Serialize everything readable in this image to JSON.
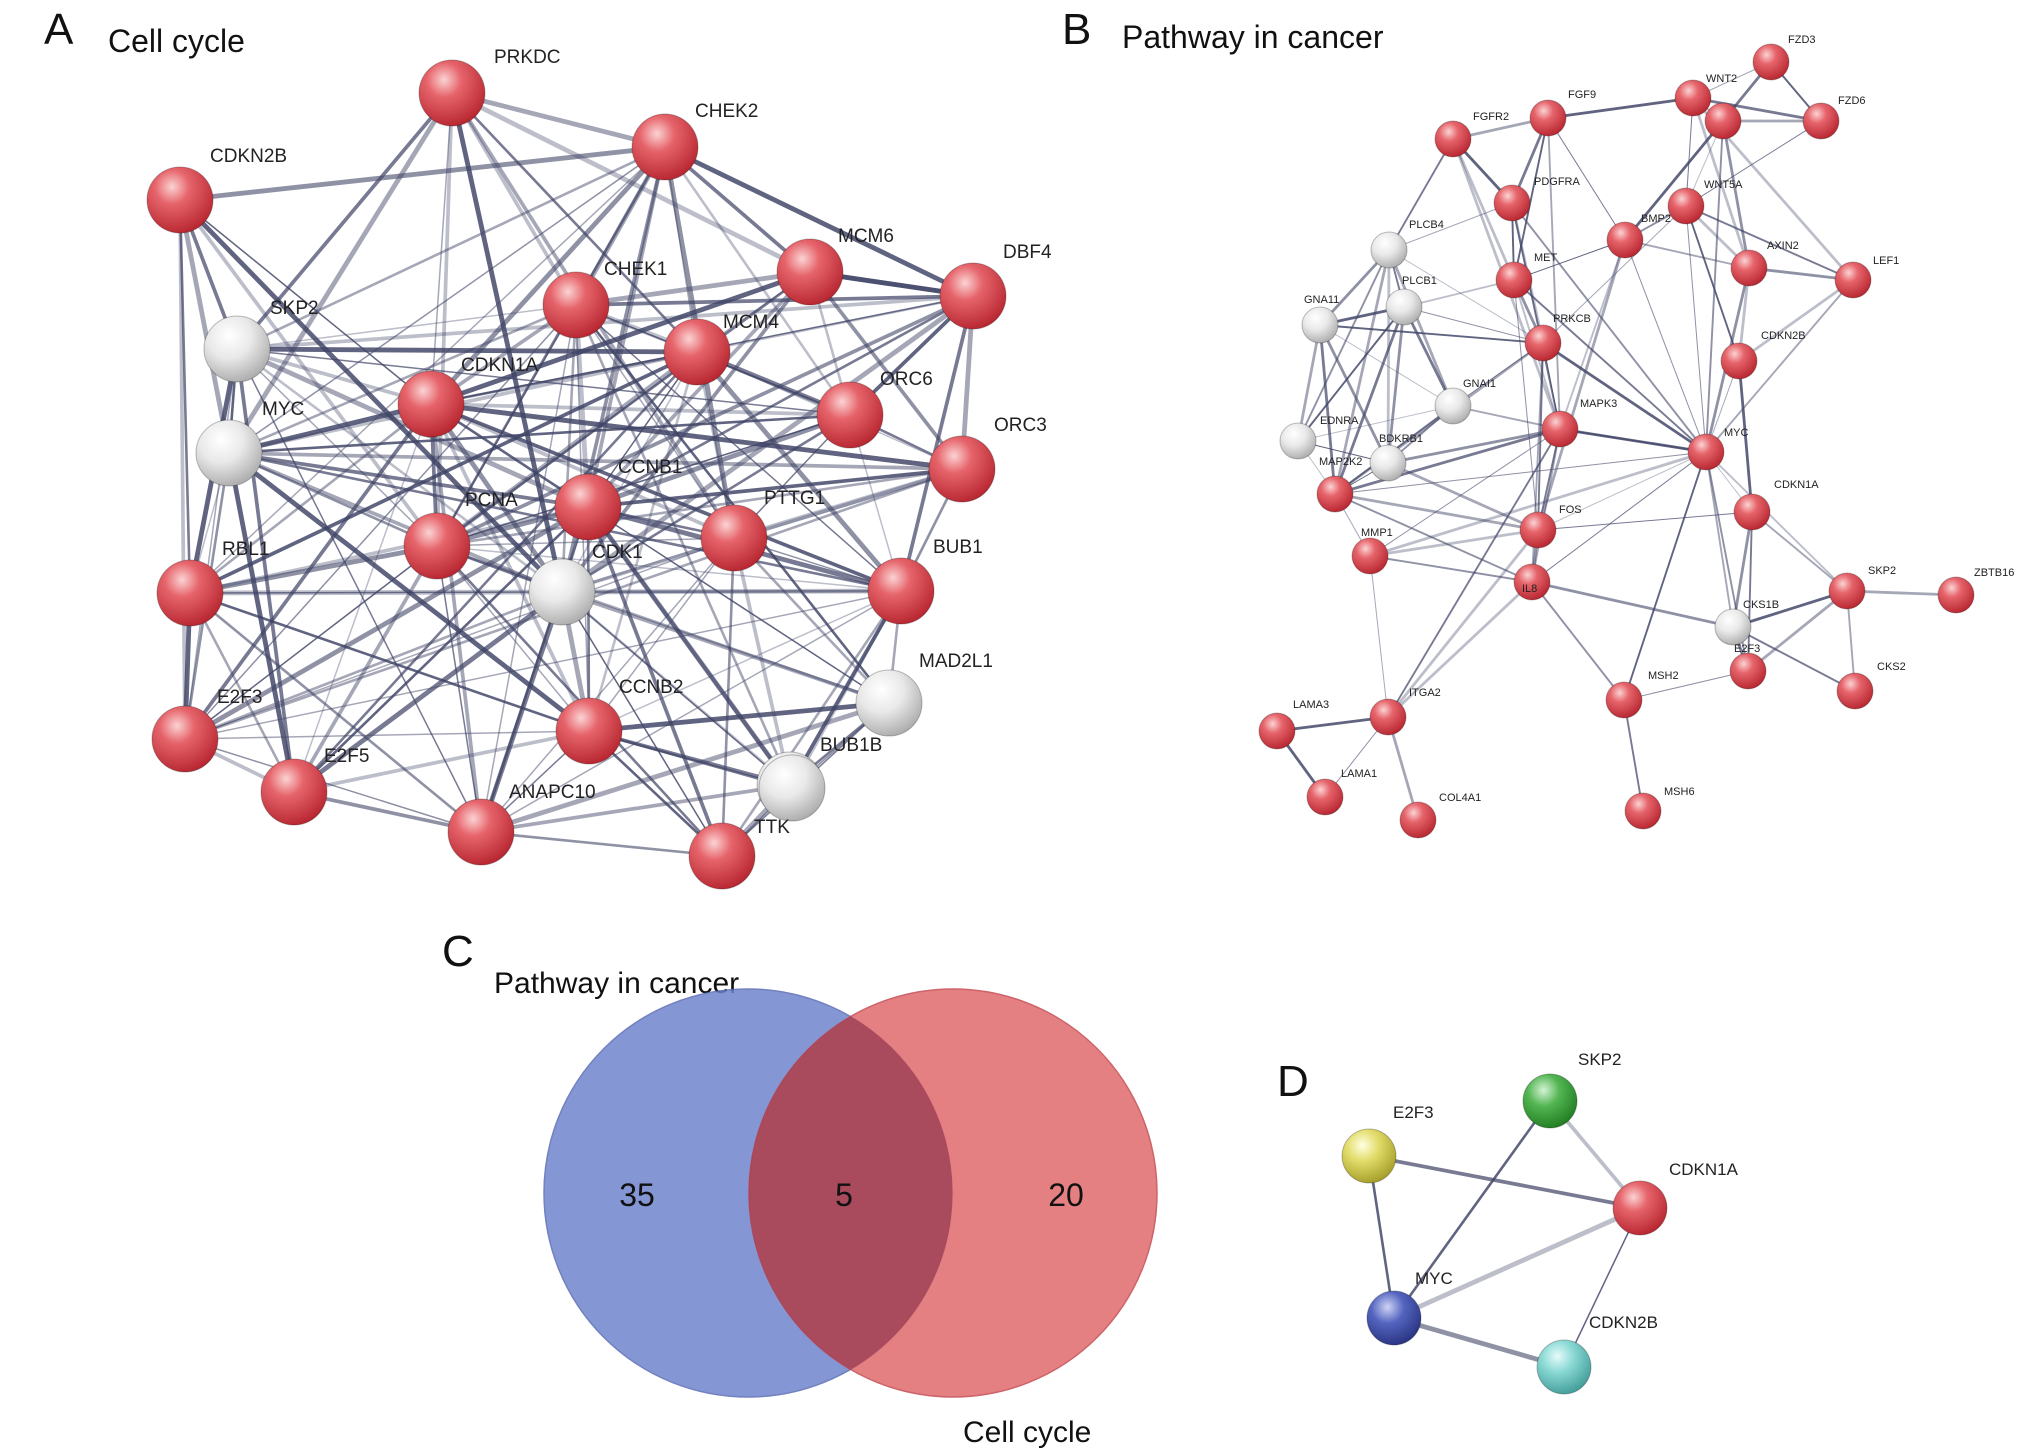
{
  "colors": {
    "node_red": "#d9414a",
    "node_white": "#e6e6e6",
    "edge": "#404466",
    "venn_left": "#6f84cc",
    "venn_right": "#e06a6d",
    "venn_overlap": "#a8485c"
  },
  "panel_a": {
    "letter": "A",
    "title": "Cell cycle",
    "nodes": [
      {
        "id": "PRKDC",
        "label": "PRKDC",
        "color": "red"
      },
      {
        "id": "CHEK2",
        "label": "CHEK2",
        "color": "red"
      },
      {
        "id": "CDKN2B",
        "label": "CDKN2B",
        "color": "red"
      },
      {
        "id": "MCM6",
        "label": "MCM6",
        "color": "red"
      },
      {
        "id": "DBF4",
        "label": "DBF4",
        "color": "red"
      },
      {
        "id": "CHEK1",
        "label": "CHEK1",
        "color": "red"
      },
      {
        "id": "SKP2",
        "label": "SKP2",
        "color": "white"
      },
      {
        "id": "MCM4",
        "label": "MCM4",
        "color": "red"
      },
      {
        "id": "CDKN1A",
        "label": "CDKN1A",
        "color": "red"
      },
      {
        "id": "ORC6",
        "label": "ORC6",
        "color": "red"
      },
      {
        "id": "MYC",
        "label": "MYC",
        "color": "white"
      },
      {
        "id": "ORC3",
        "label": "ORC3",
        "color": "red"
      },
      {
        "id": "CCNB1",
        "label": "CCNB1",
        "color": "red"
      },
      {
        "id": "PTTG1",
        "label": "PTTG1",
        "color": "red"
      },
      {
        "id": "PCNA",
        "label": "PCNA",
        "color": "red"
      },
      {
        "id": "RBL1",
        "label": "RBL1",
        "color": "red"
      },
      {
        "id": "CDK1",
        "label": "CDK1",
        "color": "white"
      },
      {
        "id": "BUB1",
        "label": "BUB1",
        "color": "red"
      },
      {
        "id": "MAD2L1",
        "label": "MAD2L1",
        "color": "white"
      },
      {
        "id": "E2F3",
        "label": "E2F3",
        "color": "red"
      },
      {
        "id": "CCNB2",
        "label": "CCNB2",
        "color": "red"
      },
      {
        "id": "BUB1B",
        "label": "BUB1B",
        "color": "white"
      },
      {
        "id": "E2F5",
        "label": "E2F5",
        "color": "red"
      },
      {
        "id": "ANAPC10",
        "label": "ANAPC10",
        "color": "red"
      },
      {
        "id": "TTK",
        "label": "TTK",
        "color": "white"
      },
      {
        "id": "UNL",
        "label": "",
        "color": "red"
      }
    ]
  },
  "panel_b": {
    "letter": "B",
    "title": "Pathway in cancer",
    "nodes": [
      {
        "id": "FZD3",
        "label": "FZD3",
        "color": "red"
      },
      {
        "id": "WNT2",
        "label": "WNT2",
        "color": "red"
      },
      {
        "id": "FZD6",
        "label": "FZD6",
        "color": "red"
      },
      {
        "id": "FGFR2",
        "label": "FGFR2",
        "color": "red"
      },
      {
        "id": "FGF9",
        "label": "FGF9",
        "color": "red"
      },
      {
        "id": "PDGFRA",
        "label": "PDGFRA",
        "color": "red"
      },
      {
        "id": "WNT5A",
        "label": "WNT5A",
        "color": "red"
      },
      {
        "id": "BMP2",
        "label": "BMP2",
        "color": "red"
      },
      {
        "id": "PLCB4",
        "label": "PLCB4",
        "color": "white"
      },
      {
        "id": "AXIN2",
        "label": "AXIN2",
        "color": "red"
      },
      {
        "id": "LEF1",
        "label": "LEF1",
        "color": "red"
      },
      {
        "id": "MET",
        "label": "MET",
        "color": "red"
      },
      {
        "id": "PLCB1",
        "label": "PLCB1",
        "color": "white"
      },
      {
        "id": "GNA11",
        "label": "GNA11",
        "color": "white"
      },
      {
        "id": "PRKCB",
        "label": "PRKCB",
        "color": "red"
      },
      {
        "id": "CDKN2B",
        "label": "CDKN2B",
        "color": "red"
      },
      {
        "id": "GNAI1",
        "label": "GNAI1",
        "color": "white"
      },
      {
        "id": "EDNRA",
        "label": "EDNRA",
        "color": "white"
      },
      {
        "id": "MAPK3",
        "label": "MAPK3",
        "color": "red"
      },
      {
        "id": "BDKRB1",
        "label": "BDKRB1",
        "color": "white"
      },
      {
        "id": "MAP2K2",
        "label": "MAP2K2",
        "color": "red"
      },
      {
        "id": "MYC",
        "label": "MYC",
        "color": "red"
      },
      {
        "id": "CDKN1A",
        "label": "CDKN1A",
        "color": "red"
      },
      {
        "id": "FOS",
        "label": "FOS",
        "color": "red"
      },
      {
        "id": "MMP1",
        "label": "MMP1",
        "color": "red"
      },
      {
        "id": "IL8",
        "label": "IL8",
        "color": "red"
      },
      {
        "id": "SKP2",
        "label": "SKP2",
        "color": "red"
      },
      {
        "id": "ZBTB16",
        "label": "ZBTB16",
        "color": "red"
      },
      {
        "id": "CKS1B",
        "label": "CKS1B",
        "color": "white"
      },
      {
        "id": "E2F3",
        "label": "E2F3",
        "color": "red"
      },
      {
        "id": "CKS2",
        "label": "CKS2",
        "color": "red"
      },
      {
        "id": "MSH2",
        "label": "MSH2",
        "color": "red"
      },
      {
        "id": "ITGA2",
        "label": "ITGA2",
        "color": "red"
      },
      {
        "id": "LAMA3",
        "label": "LAMA3",
        "color": "red"
      },
      {
        "id": "LAMA1",
        "label": "LAMA1",
        "color": "red"
      },
      {
        "id": "COL4A1",
        "label": "COL4A1",
        "color": "red"
      },
      {
        "id": "MSH6",
        "label": "MSH6",
        "color": "red"
      },
      {
        "id": "UNL",
        "label": "",
        "color": "red"
      }
    ]
  },
  "panel_c": {
    "letter": "C",
    "left_set": {
      "label": "Pathway in cancer",
      "count": "35"
    },
    "overlap": {
      "count": "5"
    },
    "right_set": {
      "label": "Cell cycle",
      "count": "20"
    }
  },
  "panel_d": {
    "letter": "D",
    "nodes": [
      {
        "id": "SKP2",
        "label": "SKP2",
        "color": "#3aa53a"
      },
      {
        "id": "E2F3",
        "label": "E2F3",
        "color": "#d6d247"
      },
      {
        "id": "CDKN1A",
        "label": "CDKN1A",
        "color": "#d9414a"
      },
      {
        "id": "MYC",
        "label": "MYC",
        "color": "#3a4aa8"
      },
      {
        "id": "CDKN2B",
        "label": "CDKN2B",
        "color": "#6fd0cc"
      }
    ]
  }
}
